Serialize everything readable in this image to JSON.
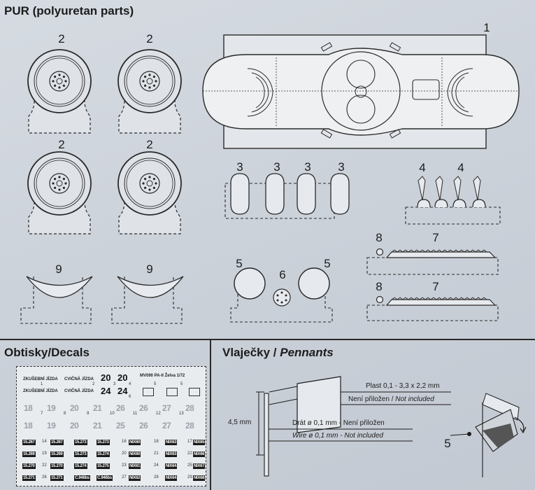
{
  "headings": {
    "pur": "PUR (polyuretan parts)",
    "decals": "Obtisky/Decals",
    "pennants_cz": "Vlaječky / ",
    "pennants_en": "Pennants"
  },
  "part_numbers": {
    "wheel_1": "2",
    "wheel_2": "2",
    "wheel_3": "2",
    "wheel_4": "2",
    "body": "1",
    "part3_a": "3",
    "part3_b": "3",
    "part3_c": "3",
    "part3_d": "3",
    "part4_a": "4",
    "part4_b": "4",
    "part9_a": "9",
    "part9_b": "9",
    "part5_a": "5",
    "part6": "6",
    "part5_b": "5",
    "part8_a": "8",
    "part7_a": "7",
    "part8_b": "8",
    "part7_b": "7"
  },
  "decals": {
    "row1": {
      "zkusebni": "ZKUŠEBNÍ JÍZDA",
      "cvicna": "CVIČNÁ JÍZDA",
      "n1": "20",
      "n2": "20",
      "title": "MV090 PA-II Želva 1/72",
      "i1": "1",
      "i2": "2",
      "i3": "3",
      "i4": "4",
      "i5": "5",
      "i5b": "5"
    },
    "row2": {
      "zkusebni": "ZKUŠEBNÍ JÍZDA",
      "cvicna": "CVIČNÁ JÍZDA",
      "n1": "24",
      "n2": "24",
      "i6": "6"
    },
    "grey_row1": [
      "18",
      "19",
      "20",
      "21",
      "26",
      "26",
      "27",
      "28"
    ],
    "grey_idx1": [
      "7",
      "8",
      "9",
      "10",
      "11",
      "12",
      "13"
    ],
    "grey_row2": [
      "18",
      "19",
      "20",
      "21",
      "25",
      "26",
      "27",
      "28"
    ],
    "plates": [
      [
        "15.267",
        "14",
        "15.267",
        "15.273",
        "15.273",
        "16",
        "NIX60",
        "18",
        "NIX63",
        "17",
        "NIX65"
      ],
      [
        "15.269",
        "19",
        "15.269",
        "15.273",
        "15.274",
        "20",
        "NIX60",
        "21",
        "NIX63",
        "22",
        "NIX66"
      ],
      [
        "15.270",
        "22",
        "15.270",
        "15.274",
        "15.275",
        "23",
        "NIX61",
        "24",
        "NIX64",
        "25",
        "NIX67"
      ],
      [
        "15.271",
        "26",
        "15.271",
        "Č.946bs",
        "Č.946bs",
        "27",
        "NIX62",
        "28",
        "NIX64",
        "29",
        "NIX68"
      ]
    ]
  },
  "pennants": {
    "plast": "Plast 0,1 - 3,3 x 2,2 mm",
    "neni_cz": "Není přiložen / ",
    "neni_en": "Not included",
    "dimension": "4,5 mm",
    "drat": "Drát ø 0,1 mm - Není přiložen",
    "wire": "Wire ø 0,1 mm - Not included",
    "step": "5"
  }
}
